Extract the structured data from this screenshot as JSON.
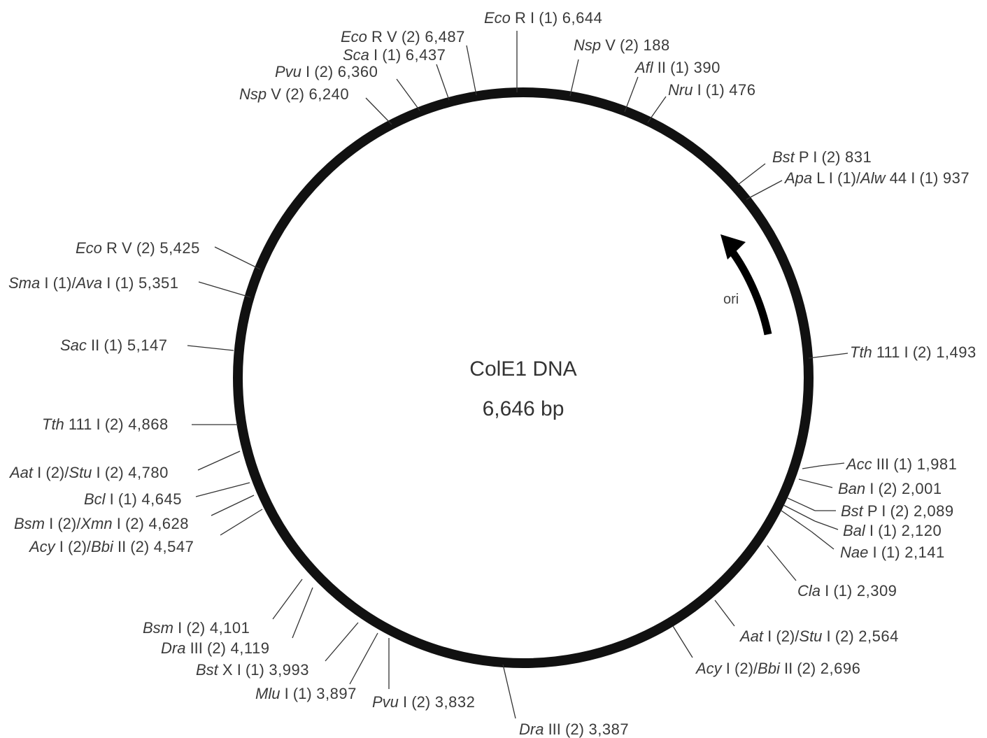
{
  "map": {
    "name": "ColE1 DNA",
    "size_label": "6,646 bp",
    "ori_label": "ori",
    "colors": {
      "backbone": "#111111",
      "text": "#3a3a3a",
      "background": "#ffffff"
    }
  },
  "sites": [
    {
      "id": "ecori-6644",
      "enzymes": [
        {
          "it": "Eco",
          "rest": "R I",
          "n": "(1)"
        }
      ],
      "pos": "6,644"
    },
    {
      "id": "nspv-188",
      "enzymes": [
        {
          "it": "Nsp",
          "rest": "V",
          "n": "(2)"
        }
      ],
      "pos": "188"
    },
    {
      "id": "aflii-390",
      "enzymes": [
        {
          "it": "Afl",
          "rest": "II",
          "n": "(1)"
        }
      ],
      "pos": "390"
    },
    {
      "id": "nrui-476",
      "enzymes": [
        {
          "it": "Nru",
          "rest": "I",
          "n": "(1)"
        }
      ],
      "pos": "476"
    },
    {
      "id": "bstpi-831",
      "enzymes": [
        {
          "it": "Bst",
          "rest": "P I",
          "n": "(2)"
        }
      ],
      "pos": "831"
    },
    {
      "id": "apali-937",
      "enzymes": [
        {
          "it": "Apa",
          "rest": "L I",
          "n": "(1)"
        },
        {
          "it": "Alw",
          "rest": "44 I",
          "n": "(1)"
        }
      ],
      "pos": "937"
    },
    {
      "id": "tth111i-1493",
      "enzymes": [
        {
          "it": "Tth",
          "rest": "111 I",
          "n": "(2)"
        }
      ],
      "pos": "1,493"
    },
    {
      "id": "acciii-1981",
      "enzymes": [
        {
          "it": "Acc",
          "rest": "III",
          "n": "(1)"
        }
      ],
      "pos": "1,981"
    },
    {
      "id": "bani-2001",
      "enzymes": [
        {
          "it": "Ban",
          "rest": "I",
          "n": "(2)"
        }
      ],
      "pos": "2,001"
    },
    {
      "id": "bstpi-2089",
      "enzymes": [
        {
          "it": "Bst",
          "rest": "P I",
          "n": "(2)"
        }
      ],
      "pos": "2,089"
    },
    {
      "id": "bali-2120",
      "enzymes": [
        {
          "it": "Bal",
          "rest": "I",
          "n": "(1)"
        }
      ],
      "pos": "2,120"
    },
    {
      "id": "naei-2141",
      "enzymes": [
        {
          "it": "Nae",
          "rest": "I",
          "n": "(1)"
        }
      ],
      "pos": "2,141"
    },
    {
      "id": "clai-2309",
      "enzymes": [
        {
          "it": "Cla",
          "rest": "I",
          "n": "(1)"
        }
      ],
      "pos": "2,309"
    },
    {
      "id": "aati-2564",
      "enzymes": [
        {
          "it": "Aat",
          "rest": "I",
          "n": "(2)"
        },
        {
          "it": "Stu",
          "rest": "I",
          "n": "(2)"
        }
      ],
      "pos": "2,564"
    },
    {
      "id": "acyi-2696",
      "enzymes": [
        {
          "it": "Acy",
          "rest": "I",
          "n": "(2)"
        },
        {
          "it": "Bbi",
          "rest": "II",
          "n": "(2)"
        }
      ],
      "pos": "2,696"
    },
    {
      "id": "draiii-3387",
      "enzymes": [
        {
          "it": "Dra",
          "rest": "III",
          "n": "(2)"
        }
      ],
      "pos": "3,387"
    },
    {
      "id": "pvui-3832",
      "enzymes": [
        {
          "it": "Pvu",
          "rest": "I",
          "n": "(2)"
        }
      ],
      "pos": "3,832"
    },
    {
      "id": "mlui-3897",
      "enzymes": [
        {
          "it": "Mlu",
          "rest": "I",
          "n": "(1)"
        }
      ],
      "pos": "3,897"
    },
    {
      "id": "bstxi-3993",
      "enzymes": [
        {
          "it": "Bst",
          "rest": "X I",
          "n": "(1)"
        }
      ],
      "pos": "3,993"
    },
    {
      "id": "draiii-4119",
      "enzymes": [
        {
          "it": "Dra",
          "rest": "III",
          "n": "(2)"
        }
      ],
      "pos": "4,119"
    },
    {
      "id": "bsmi-4101",
      "enzymes": [
        {
          "it": "Bsm",
          "rest": "I",
          "n": "(2)"
        }
      ],
      "pos": "4,101"
    },
    {
      "id": "acyi-4547",
      "enzymes": [
        {
          "it": "Acy",
          "rest": "I",
          "n": "(2)"
        },
        {
          "it": "Bbi",
          "rest": "II",
          "n": "(2)"
        }
      ],
      "pos": "4,547"
    },
    {
      "id": "bsmi-4628",
      "enzymes": [
        {
          "it": "Bsm",
          "rest": "I",
          "n": "(2)"
        },
        {
          "it": "Xmn",
          "rest": "I",
          "n": "(2)"
        }
      ],
      "pos": "4,628"
    },
    {
      "id": "bcli-4645",
      "enzymes": [
        {
          "it": "Bcl",
          "rest": "I",
          "n": "(1)"
        }
      ],
      "pos": "4,645"
    },
    {
      "id": "aati-4780",
      "enzymes": [
        {
          "it": "Aat",
          "rest": "I",
          "n": "(2)"
        },
        {
          "it": "Stu",
          "rest": "I",
          "n": "(2)"
        }
      ],
      "pos": "4,780"
    },
    {
      "id": "tth111i-4868",
      "enzymes": [
        {
          "it": "Tth",
          "rest": "111 I",
          "n": "(2)"
        }
      ],
      "pos": "4,868"
    },
    {
      "id": "sacii-5147",
      "enzymes": [
        {
          "it": "Sac",
          "rest": "II",
          "n": "(1)"
        }
      ],
      "pos": "5,147"
    },
    {
      "id": "smai-5351",
      "enzymes": [
        {
          "it": "Sma",
          "rest": "I",
          "n": "(1)"
        },
        {
          "it": "Ava",
          "rest": "I",
          "n": "(1)"
        }
      ],
      "pos": "5,351"
    },
    {
      "id": "ecorv-5425",
      "enzymes": [
        {
          "it": "Eco",
          "rest": "R V",
          "n": "(2)"
        }
      ],
      "pos": "5,425"
    },
    {
      "id": "nspv-6240",
      "enzymes": [
        {
          "it": "Nsp",
          "rest": "V",
          "n": "(2)"
        }
      ],
      "pos": "6,240"
    },
    {
      "id": "pvui-6360",
      "enzymes": [
        {
          "it": "Pvu",
          "rest": "I",
          "n": "(2)"
        }
      ],
      "pos": "6,360"
    },
    {
      "id": "scai-6437",
      "enzymes": [
        {
          "it": "Sca",
          "rest": "I",
          "n": "(1)"
        }
      ],
      "pos": "6,437"
    },
    {
      "id": "ecorv-6487",
      "enzymes": [
        {
          "it": "Eco",
          "rest": "R V",
          "n": "(2)"
        }
      ],
      "pos": "6,487"
    }
  ]
}
